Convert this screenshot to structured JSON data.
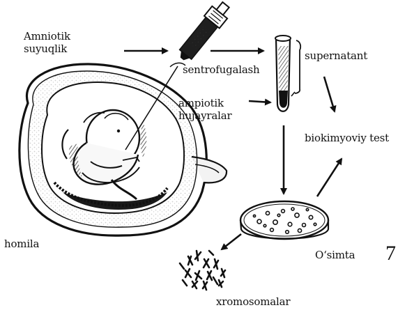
{
  "labels": {
    "amniotic_line1": "Amniotik",
    "amniotic_line2": "suyuqlik",
    "centrifuge": "sentrofugalash",
    "supernatant": "supernatant",
    "cells_line1": "ampiotik",
    "cells_line2": "hujayralar",
    "biochem": "biokimyoviy test",
    "fetus": "homila",
    "culture": "O‘simta",
    "chromosomes": "xromosomalar",
    "page_number": "7"
  }
}
